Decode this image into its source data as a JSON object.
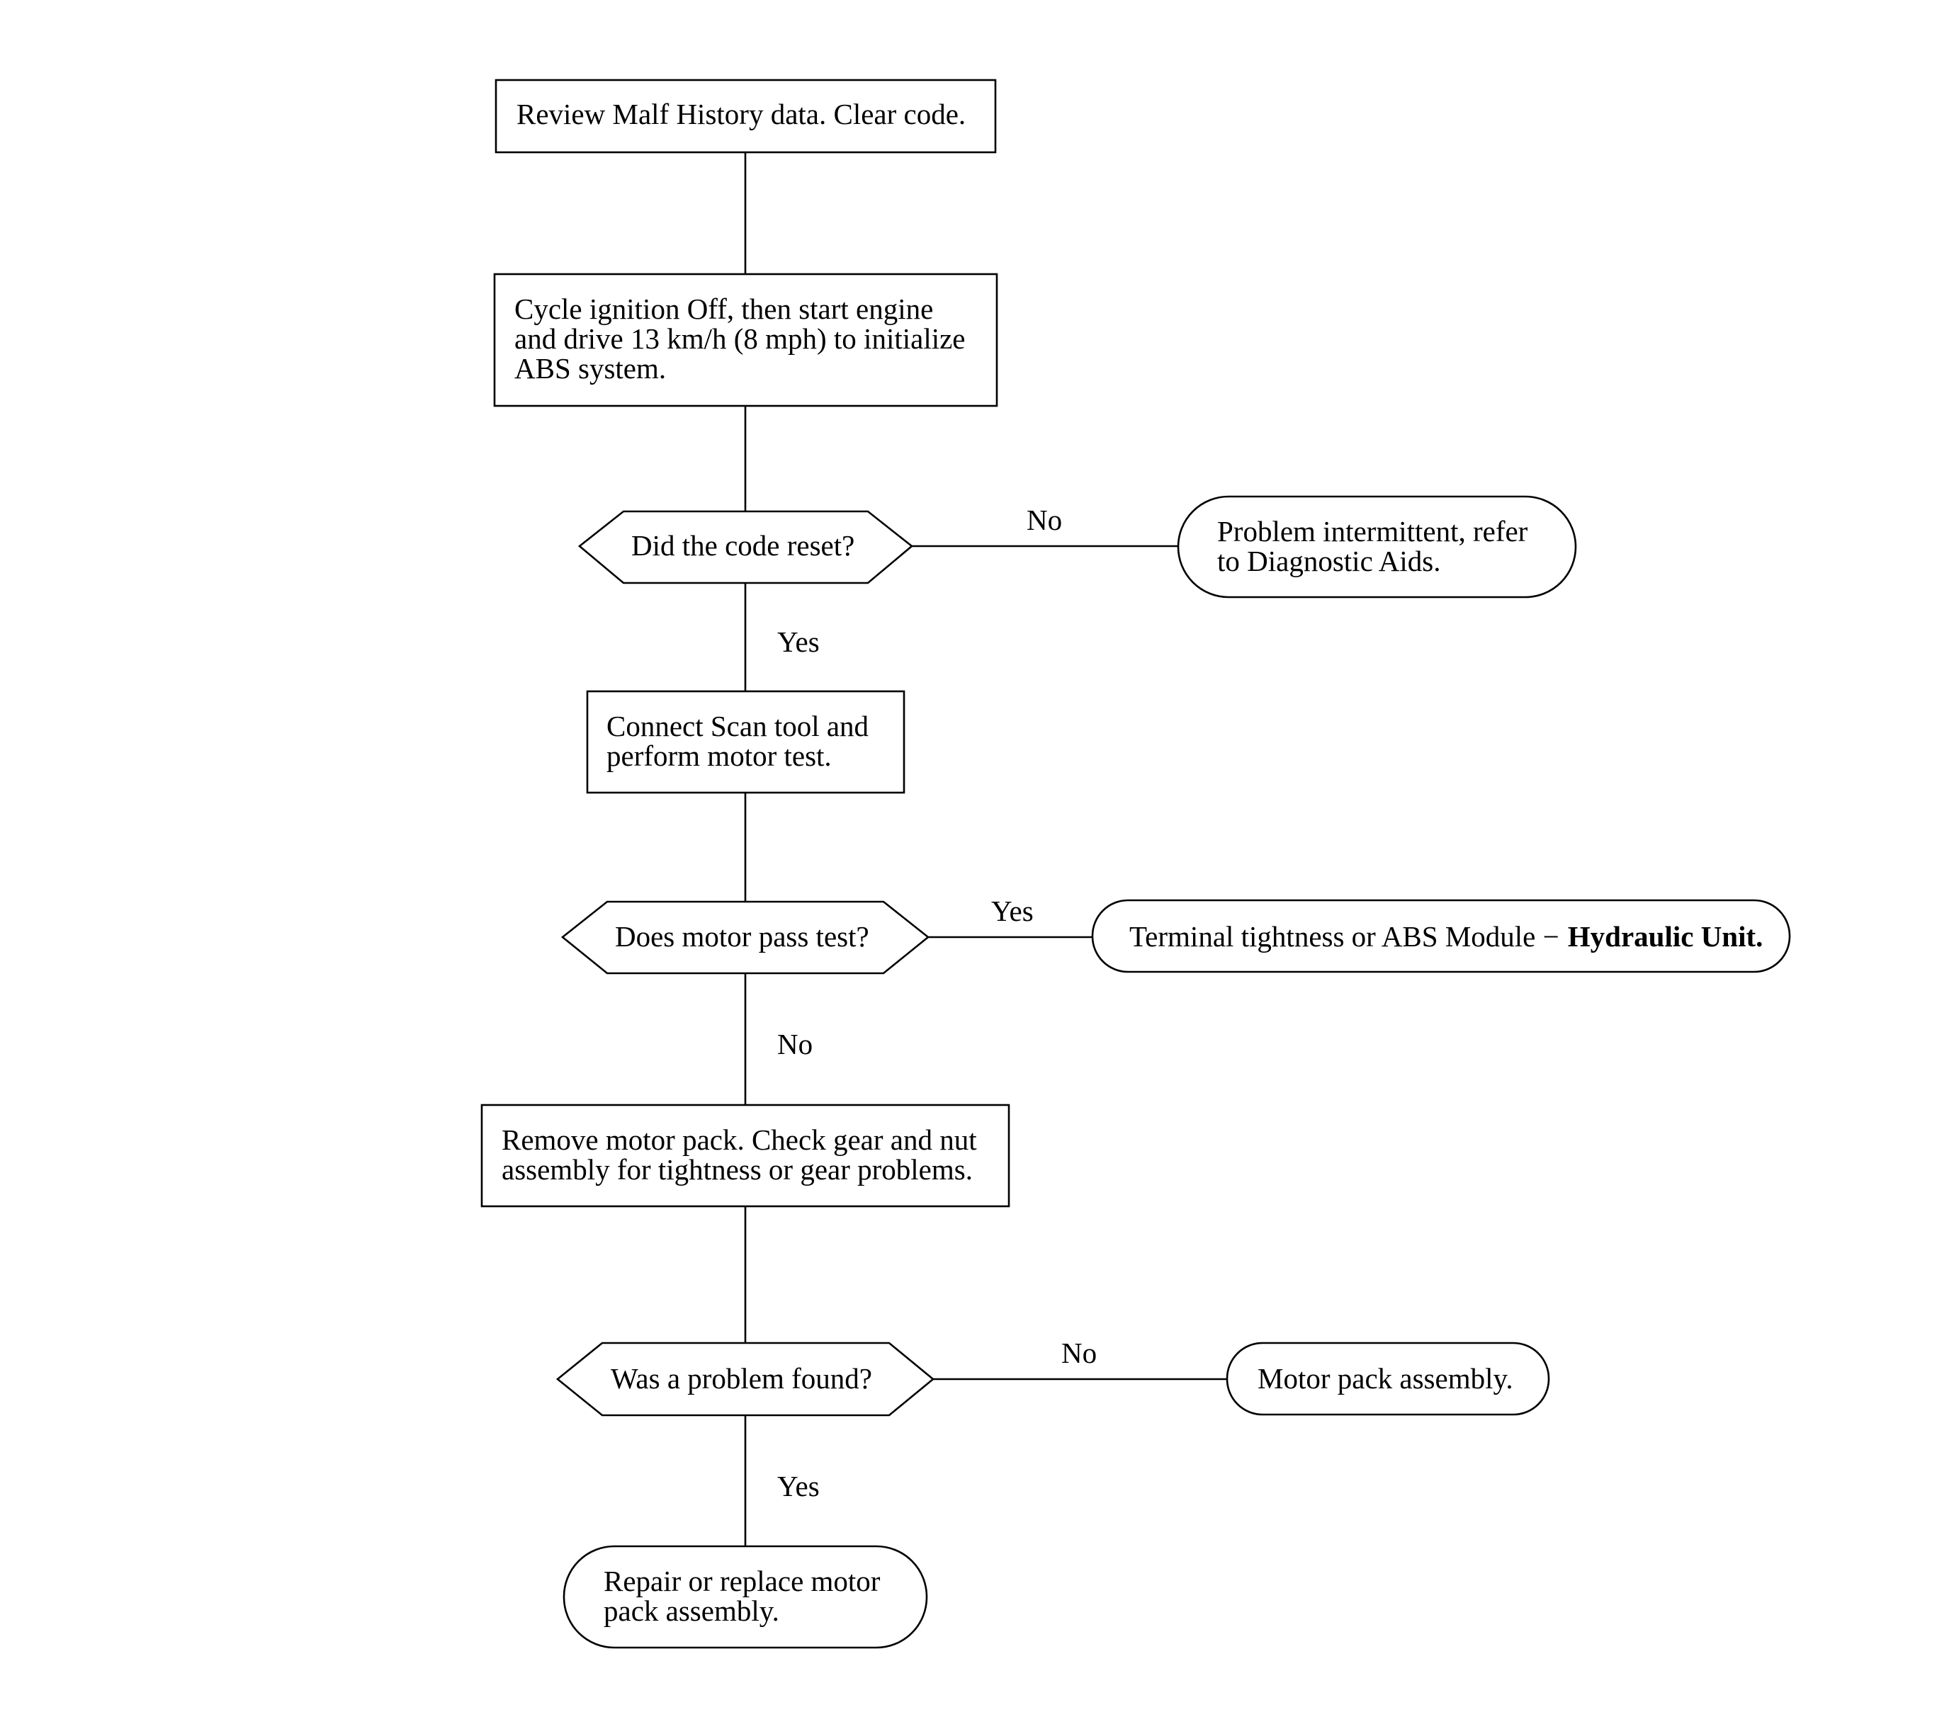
{
  "flowchart": {
    "step_review": {
      "text": "Review Malf History data. Clear code."
    },
    "step_cycle": {
      "line1": "Cycle ignition Off, then start engine",
      "line2": "and drive 13 km/h (8 mph) to initialize",
      "line3": "ABS system."
    },
    "decision_code_reset": {
      "text": "Did the code reset?",
      "no_label": "No",
      "yes_label": "Yes"
    },
    "end_intermittent": {
      "line1": "Problem intermittent, refer",
      "line2": "to Diagnostic Aids."
    },
    "step_scan_tool": {
      "line1": "Connect Scan tool and",
      "line2": "perform motor test."
    },
    "decision_motor_test": {
      "text": "Does motor pass test?",
      "yes_label": "Yes",
      "no_label": "No"
    },
    "end_terminal": {
      "text": "Terminal tightness or ABS Module −",
      "bold_text": "Hydraulic Unit."
    },
    "step_remove_motor": {
      "line1": "Remove motor pack. Check gear and nut",
      "line2": "assembly for tightness or gear problems."
    },
    "decision_problem_found": {
      "text": "Was a problem found?",
      "no_label": "No",
      "yes_label": "Yes"
    },
    "end_motor_pack": {
      "text": "Motor pack assembly."
    },
    "end_repair": {
      "line1": "Repair or replace motor",
      "line2": "pack assembly."
    }
  }
}
